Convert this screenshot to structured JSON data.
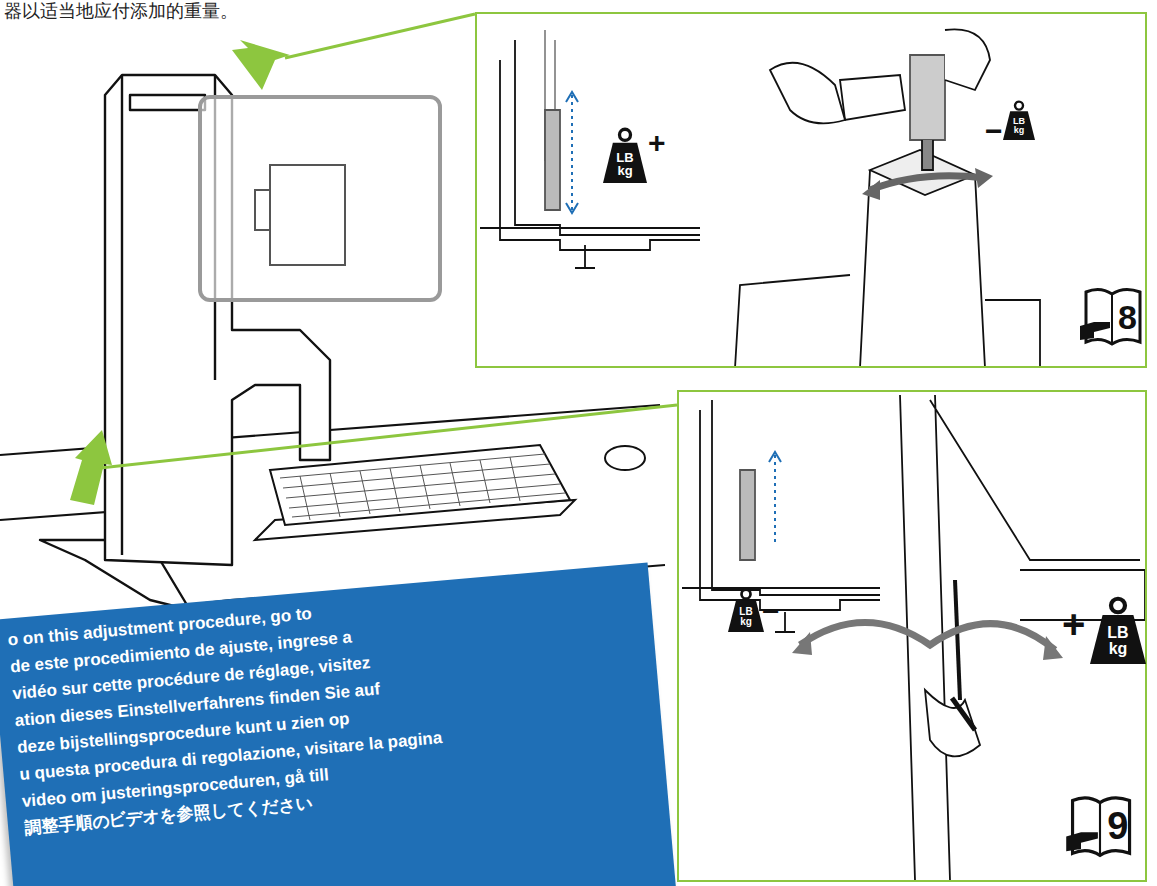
{
  "diagram": {
    "nodes": [
      {
        "text": [
          "8"
        ]
      },
      {
        "text": [
          "LB kg"
        ],
        "in": 0
      },
      {
        "text": [
          "LB kg"
        ],
        "in": 0
      },
      {
        "text": [
          "9"
        ]
      },
      {
        "text": [
          "LB kg"
        ],
        "in": 3
      },
      {
        "text": [
          "LB kg"
        ],
        "in": 3
      },
      {
        "text": [
          "o on this adjustment procedure, go to",
          "de este procedimiento de ajuste, ingrese a",
          "vidéo sur cette procédure de réglage, visitez",
          "ation dieses Einstellverfahrens finden Sie auf",
          "deze bijstellingsprocedure kunt u zien op",
          "u questa procedura di regolazione, visitare la pagina",
          "video om justeringsproceduren, gå till",
          "調整手順のビデオを参照してください"
        ]
      }
    ],
    "labels": [
      "器以适当地应付添加的重量。",
      "+",
      "−",
      "−",
      "+"
    ]
  }
}
